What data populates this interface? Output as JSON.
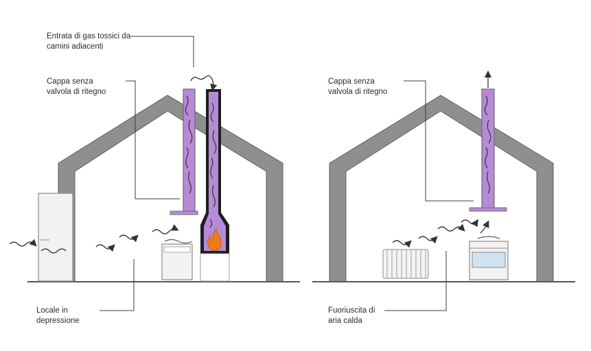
{
  "colors": {
    "house_wall": "#8f8f8f",
    "house_wall_stroke": "#5e5e5e",
    "chimney_fill": "#b78ad8",
    "chimney_stroke": "#6b6b6b",
    "flue_black": "#1e1e1e",
    "flame_orange": "#f07a1c",
    "smoke": "#333333",
    "leader_line": "#3c3c3c",
    "floor": "#555555"
  },
  "left_diagram": {
    "label_toxic_gas": {
      "line1": "Entrata di gas tossici da",
      "line2": "camini adiacenti"
    },
    "label_hood": {
      "line1": "Cappa senza",
      "line2": "valvola di ritegno"
    },
    "label_room": {
      "line1": "Locale in",
      "line2": "depressione"
    },
    "icons": [
      "house-outline",
      "hood-duct",
      "fireplace-chimney",
      "flame-icon",
      "refrigerator",
      "washing-machine",
      "air-flow-arrows"
    ]
  },
  "right_diagram": {
    "label_hood": {
      "line1": "Cappa senza",
      "line2": "valvola di ritegno"
    },
    "label_warm_air": {
      "line1": "Fuoriuscita di",
      "line2": "aria calda"
    },
    "icons": [
      "house-outline",
      "hood-duct",
      "radiator",
      "stove-oven",
      "air-flow-arrows"
    ]
  }
}
